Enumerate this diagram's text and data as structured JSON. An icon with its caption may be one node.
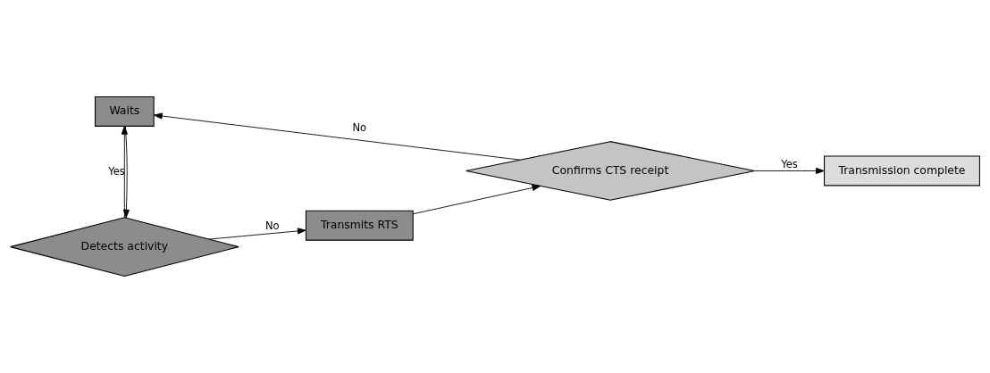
{
  "diagram": {
    "nodes": [
      {
        "text": [
          "Detects activity"
        ]
      },
      {
        "text": [
          "Transmits RTS"
        ]
      },
      {
        "text": [
          "Confirms CTS receipt"
        ]
      },
      {
        "text": [
          "Transmission complete"
        ]
      },
      {
        "text": [
          "Waits"
        ]
      }
    ],
    "edges": [
      {
        "from": 0,
        "to": 1,
        "label": "No",
        "arrow": "to"
      },
      {
        "from": 1,
        "to": 2,
        "arrow": "to"
      },
      {
        "from": 2,
        "to": 3,
        "label": "Yes",
        "arrow": "to"
      },
      {
        "from": 0,
        "to": 4,
        "label": "Yes",
        "arrow": "to"
      },
      {
        "from": 2,
        "to": 4,
        "label": "No",
        "arrow": "to"
      },
      {
        "from": 4,
        "to": 0,
        "arrow": "to"
      }
    ]
  }
}
